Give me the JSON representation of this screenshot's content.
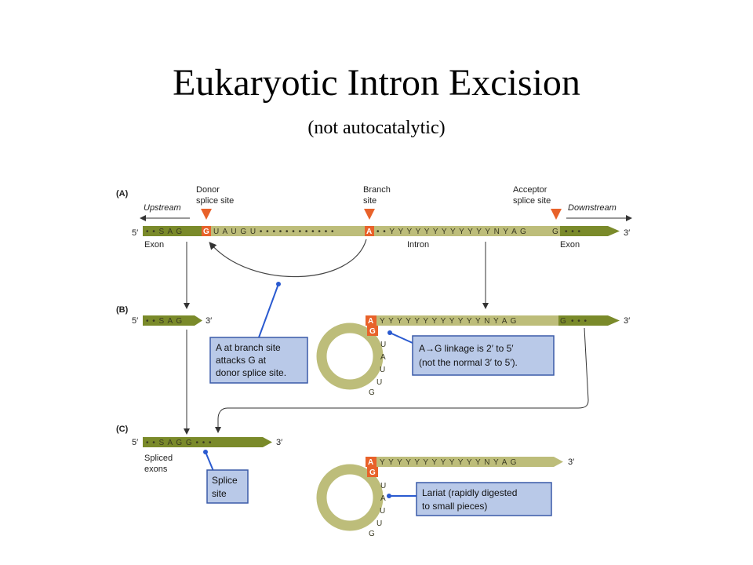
{
  "title": "Eukaryotic Intron Excision",
  "subtitle": "(not autocatalytic)",
  "panels": {
    "a": "(A)",
    "b": "(B)",
    "c": "(C)"
  },
  "labels": {
    "upstream": "Upstream",
    "downstream": "Downstream",
    "donor_line1": "Donor",
    "donor_line2": "splice site",
    "branch_line1": "Branch",
    "branch_line2": "site",
    "acceptor_line1": "Acceptor",
    "acceptor_line2": "splice site",
    "exon_left": "Exon",
    "intron": "Intron",
    "exon_right": "Exon",
    "five_prime": "5′",
    "three_prime": "3′",
    "spliced_line1": "Spliced",
    "spliced_line2": "exons"
  },
  "sequences": {
    "a_left": "• • S A G",
    "a_g": "G",
    "a_mid": "U A U G U • • • • • • • • • • • •",
    "a_a": "A",
    "a_right": "• • Y Y Y Y Y Y Y Y Y Y Y Y N Y A G",
    "a_g2": "G",
    "a_tail": "• • •",
    "b_left": "• • S A G",
    "b_lariat_tail": "Y Y Y Y Y Y Y Y Y Y Y Y N Y A G",
    "b_g": "G",
    "b_tail": "• • •",
    "c_left": "• • S A G G • • •",
    "c_lariat_tail": "Y Y Y Y Y Y Y Y Y Y Y Y N Y A G",
    "lariat_a": "A",
    "lariat_g": "G",
    "lariat_loop": [
      "U",
      "A",
      "U",
      "U",
      "G"
    ]
  },
  "boxes": {
    "attack": [
      "A at branch site",
      "attacks G at",
      "donor splice site."
    ],
    "linkage": [
      "A→G linkage is 2′ to 5′",
      "(not the normal 3′ to 5′)."
    ],
    "splice": [
      "Splice",
      "site"
    ],
    "lariat": [
      "Lariat (rapidly digested",
      "to small pieces)"
    ]
  },
  "colors": {
    "strand": "#bdbd7a",
    "strand_dark": "#8a8a3c",
    "exon": "#7a8a2a",
    "highlight": "#e8622a",
    "box_fill": "#b9c9e8",
    "box_border": "#3a5aa8",
    "callout": "#2a5ad0"
  }
}
